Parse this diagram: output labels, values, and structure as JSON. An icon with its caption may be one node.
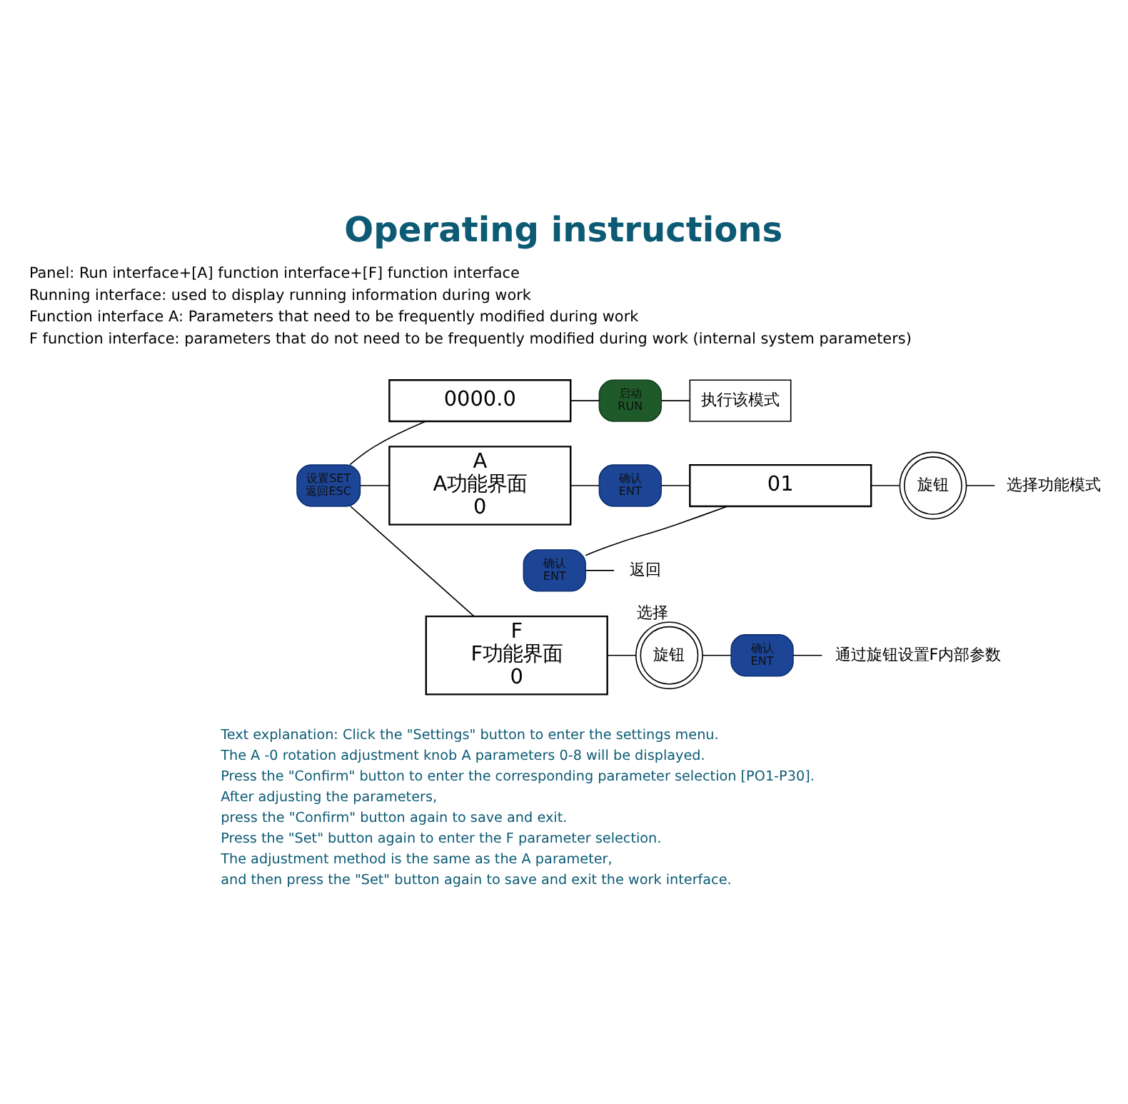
{
  "diagram": {
    "title": "Operating instructions",
    "nodes": [
      {
        "text": [
          "设置SET",
          "返回ESC"
        ]
      },
      {
        "text": [
          "0000.0"
        ]
      },
      {
        "text": [
          "A",
          "A功能界面",
          "0"
        ]
      },
      {
        "text": [
          "F",
          "F功能界面",
          "0"
        ]
      },
      {
        "text": [
          "启动",
          "RUN"
        ]
      },
      {
        "text": [
          "执行该模式"
        ]
      },
      {
        "text": [
          "确认",
          "ENT"
        ]
      },
      {
        "text": [
          "01"
        ]
      },
      {
        "text": [
          "旋钮"
        ]
      },
      {
        "text": [
          "选择功能模式"
        ]
      },
      {
        "text": [
          "确认",
          "ENT"
        ]
      },
      {
        "text": [
          "返回"
        ]
      },
      {
        "text": [
          "旋钮"
        ],
        "beside": [
          "选择"
        ]
      },
      {
        "text": [
          "确认",
          "ENT"
        ]
      },
      {
        "text": [
          "通过旋钮设置F内部参数"
        ]
      }
    ],
    "edges": [
      {
        "from": 0,
        "to": 1,
        "arrow": "none"
      },
      {
        "from": 0,
        "to": 2,
        "arrow": "none"
      },
      {
        "from": 0,
        "to": 3,
        "arrow": "none"
      },
      {
        "from": 1,
        "to": 4,
        "arrow": "none"
      },
      {
        "from": 4,
        "to": 5,
        "arrow": "none"
      },
      {
        "from": 2,
        "to": 6,
        "arrow": "none"
      },
      {
        "from": 6,
        "to": 7,
        "arrow": "none"
      },
      {
        "from": 7,
        "to": 8,
        "arrow": "none"
      },
      {
        "from": 8,
        "to": 9,
        "arrow": "none"
      },
      {
        "from": 7,
        "to": 10,
        "arrow": "none"
      },
      {
        "from": 10,
        "to": 11,
        "arrow": "none"
      },
      {
        "from": 3,
        "to": 12,
        "arrow": "none"
      },
      {
        "from": 12,
        "to": 13,
        "arrow": "none"
      },
      {
        "from": 13,
        "to": 14,
        "arrow": "none"
      }
    ],
    "labels": [
      "Panel: Run interface+[A] function interface+[F] function interface",
      "Running interface: used to display running information during work",
      "Function interface A: Parameters that need to be frequently modified during work",
      "F function interface: parameters that do not need to be frequently modified during work (internal system parameters)",
      "Text explanation: Click the \"Settings\" button to enter the settings menu.",
      "The A -0 rotation adjustment knob A parameters 0-8 will be displayed.",
      "Press the \"Confirm\" button to enter the corresponding parameter selection [PO1-P30].",
      "After adjusting the parameters,",
      "press the \"Confirm\" button again to save and exit.",
      "Press the \"Set\" button again to enter the F parameter selection.",
      "The adjustment method is the same as the A parameter,",
      "and then press the \"Set\" button again to save and exit the work interface."
    ]
  }
}
